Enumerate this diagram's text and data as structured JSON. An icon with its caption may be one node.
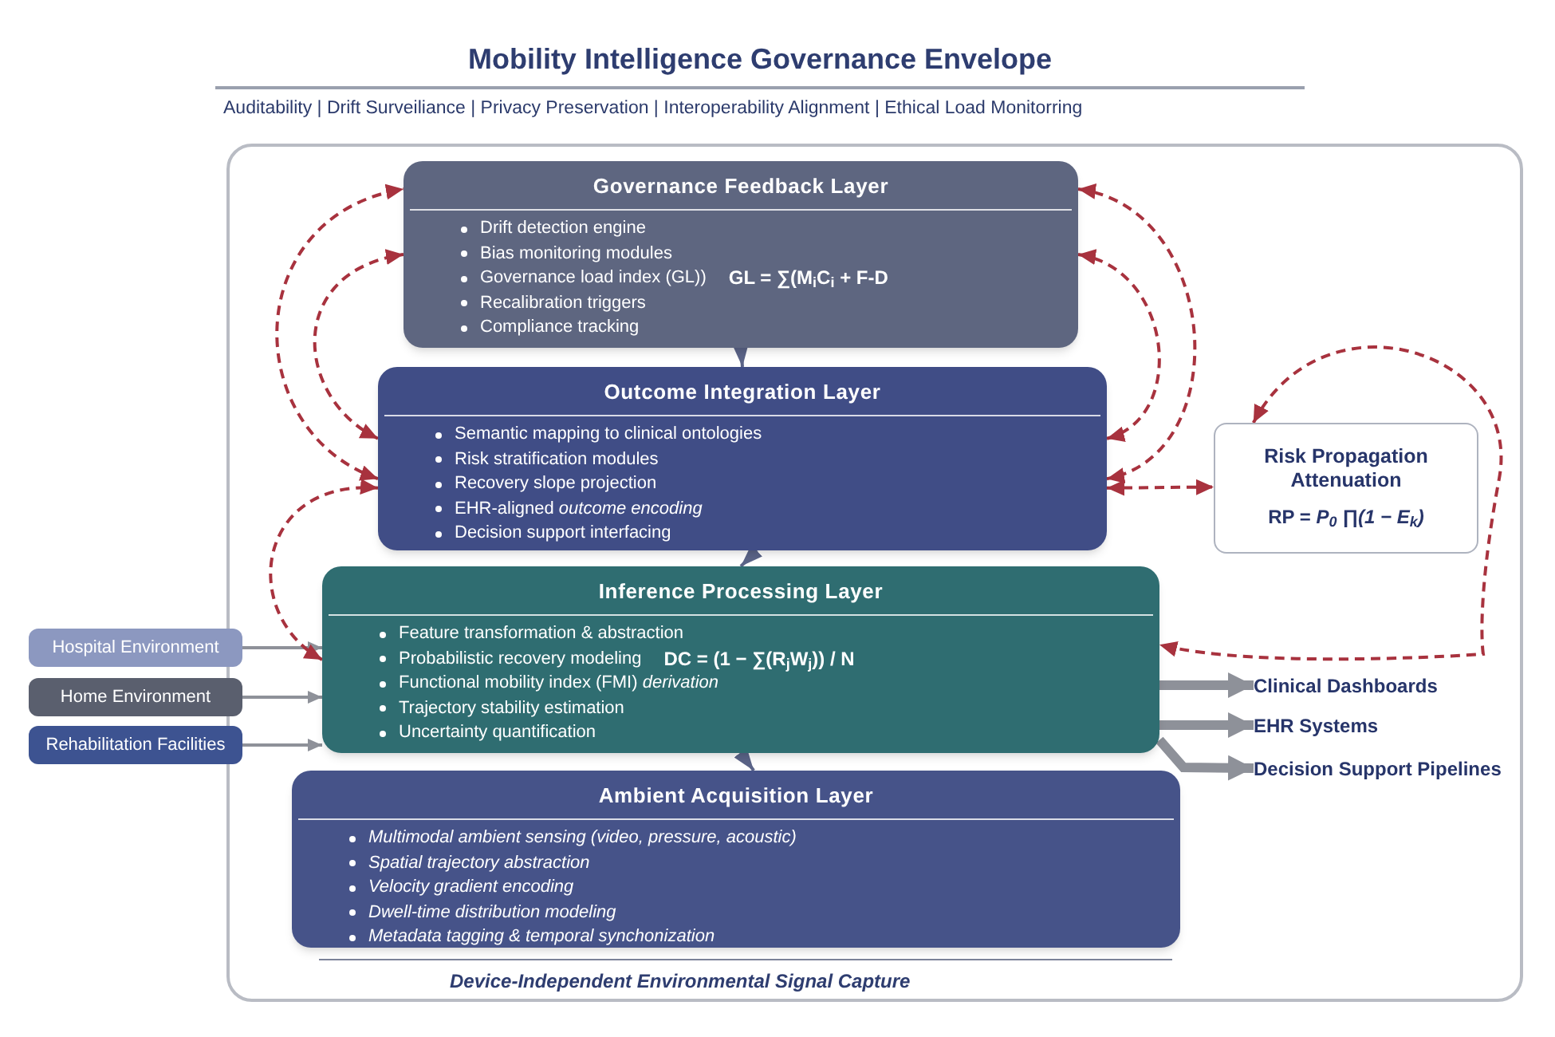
{
  "diagram": {
    "title": "Mobility Intelligence Governance Envelope",
    "caption": "Device-Independent Environmental Signal Capture",
    "nodes": [
      {
        "text": [
          "Governance Feedback Layer",
          "Drift detection engine",
          "Bias monitoring modules",
          "Governance load index (GL))",
          "GL = ∑(M$_{i}$C$_{i}$ + F-D",
          "Recalibration triggers",
          "Compliance tracking"
        ]
      },
      {
        "text": [
          "Outcome Integration Layer",
          "Semantic mapping to clinical ontologies",
          "Risk stratification modules",
          "Recovery slope projection",
          "EHR-aligned *outcome encoding*",
          "Decision support interfacing"
        ]
      },
      {
        "text": [
          "Inference Processing Layer",
          "Feature transformation & abstraction",
          "Probabilistic recovery modeling",
          "DC = (1 − ∑(R$_{j}$W$_{j}$)) / N",
          "Functional mobility index (FMI) *derivation*",
          "Trajectory stability estimation",
          "Uncertainty quantification"
        ]
      },
      {
        "text": [
          "Ambient Acquisition Layer",
          "Multimodal ambient sensing (video, pressure, acoustic)",
          "Spatial trajectory abstraction",
          "Velocity gradient encoding",
          "Dwell-time distribution modeling",
          "Metadata tagging & temporal synchonization"
        ]
      },
      {
        "text": [
          "Risk Propagation Attenuation",
          "RP = *P$_{0}$ ∏(1 − E$_{k}$)*"
        ]
      },
      {
        "text": [
          "Hospital Environment"
        ]
      },
      {
        "text": [
          "Home Environment"
        ]
      },
      {
        "text": [
          "Rehabilitation Facilities"
        ]
      },
      {
        "text": [
          "Clinical Dashboards"
        ]
      },
      {
        "text": [
          "EHR Systems"
        ]
      },
      {
        "text": [
          "Decision Support Pipelines"
        ]
      }
    ],
    "edges": [
      {
        "from": 0,
        "to": 1,
        "arrow": "to",
        "color": "#5b6488"
      },
      {
        "from": 1,
        "to": 2,
        "arrow": "to",
        "color": "#5b6488"
      },
      {
        "from": 2,
        "to": 3,
        "arrow": "to",
        "color": "#5b6488"
      },
      {
        "from": 5,
        "to": 2,
        "arrow": "to",
        "color": "#8e9199"
      },
      {
        "from": 6,
        "to": 2,
        "arrow": "to",
        "color": "#8e9199"
      },
      {
        "from": 7,
        "to": 2,
        "arrow": "to",
        "color": "#8e9199"
      },
      {
        "from": 2,
        "to": 8,
        "arrow": "to",
        "style": "thick",
        "color": "#8e9199"
      },
      {
        "from": 2,
        "to": 9,
        "arrow": "to",
        "style": "thick",
        "color": "#8e9199"
      },
      {
        "from": 2,
        "to": 10,
        "arrow": "to",
        "style": "thick",
        "color": "#8e9199"
      },
      {
        "from": 1,
        "to": 0,
        "arrow": "both",
        "style": "dashed",
        "color": "#a8323e"
      },
      {
        "from": 1,
        "to": 0,
        "arrow": "both",
        "style": "dashed",
        "color": "#a8323e"
      },
      {
        "from": 2,
        "to": 1,
        "arrow": "both",
        "style": "dashed",
        "color": "#a8323e"
      },
      {
        "from": 0,
        "to": 1,
        "arrow": "both",
        "style": "dashed",
        "color": "#a8323e"
      },
      {
        "from": 0,
        "to": 1,
        "arrow": "both",
        "style": "dashed",
        "color": "#a8323e"
      },
      {
        "from": 1,
        "to": 4,
        "arrow": "both",
        "style": "dashed",
        "color": "#a8323e"
      },
      {
        "from": 4,
        "to": 2,
        "arrow": "both",
        "style": "dashed",
        "color": "#a8323e"
      }
    ],
    "labels": [
      "Auditability | Drift Surveiliance | Privacy Preservation | Interoperability Alignment | Ethical Load Monitorring"
    ]
  }
}
